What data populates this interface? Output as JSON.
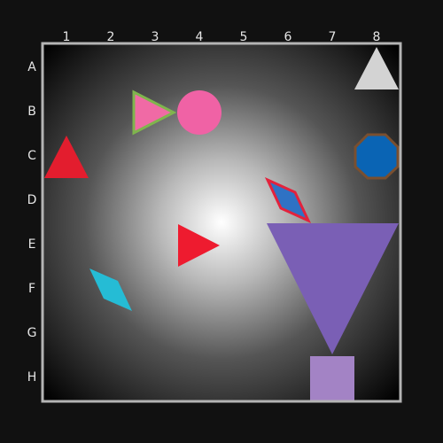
{
  "board": {
    "columns": [
      "1",
      "2",
      "3",
      "4",
      "5",
      "6",
      "7",
      "8"
    ],
    "rows": [
      "A",
      "B",
      "C",
      "D",
      "E",
      "F",
      "G",
      "H"
    ],
    "background": "radial gradient, white center fading to black",
    "frame_color": "#b4b4b4"
  },
  "pieces": [
    {
      "name": "triangle-up-white",
      "shape": "triangle-up",
      "cell": "A8",
      "fill": "#d3d3d3",
      "stroke": "none"
    },
    {
      "name": "triangle-right-pink",
      "shape": "triangle-right",
      "cell": "B3",
      "fill": "#f06aa5",
      "stroke": "#7fb54d"
    },
    {
      "name": "circle-pink",
      "shape": "circle",
      "cell": "B4",
      "fill": "#f062a5",
      "stroke": "none"
    },
    {
      "name": "triangle-up-red",
      "shape": "triangle-up",
      "cell": "C1",
      "fill": "#e31d2e",
      "stroke": "none"
    },
    {
      "name": "octagon-blue",
      "shape": "octagon",
      "cell": "C8",
      "fill": "#0a64b4",
      "stroke": "#7a4f2f"
    },
    {
      "name": "diamond-blue",
      "shape": "diamond",
      "cell": "D6",
      "fill": "#2f72c4",
      "stroke": "#e3223c"
    },
    {
      "name": "triangle-right-red",
      "shape": "triangle-right",
      "cell": "E4",
      "fill": "#ee1b2f",
      "stroke": "none"
    },
    {
      "name": "triangle-down-purple",
      "shape": "triangle-down",
      "cell": "E6-G8",
      "fill": "#7a5fb5",
      "stroke": "none"
    },
    {
      "name": "diamond-cyan",
      "shape": "diamond",
      "cell": "F2",
      "fill": "#25bcd5",
      "stroke": "none"
    },
    {
      "name": "square-lavender",
      "shape": "square",
      "cell": "H7",
      "fill": "#a383c5",
      "stroke": "none"
    }
  ]
}
